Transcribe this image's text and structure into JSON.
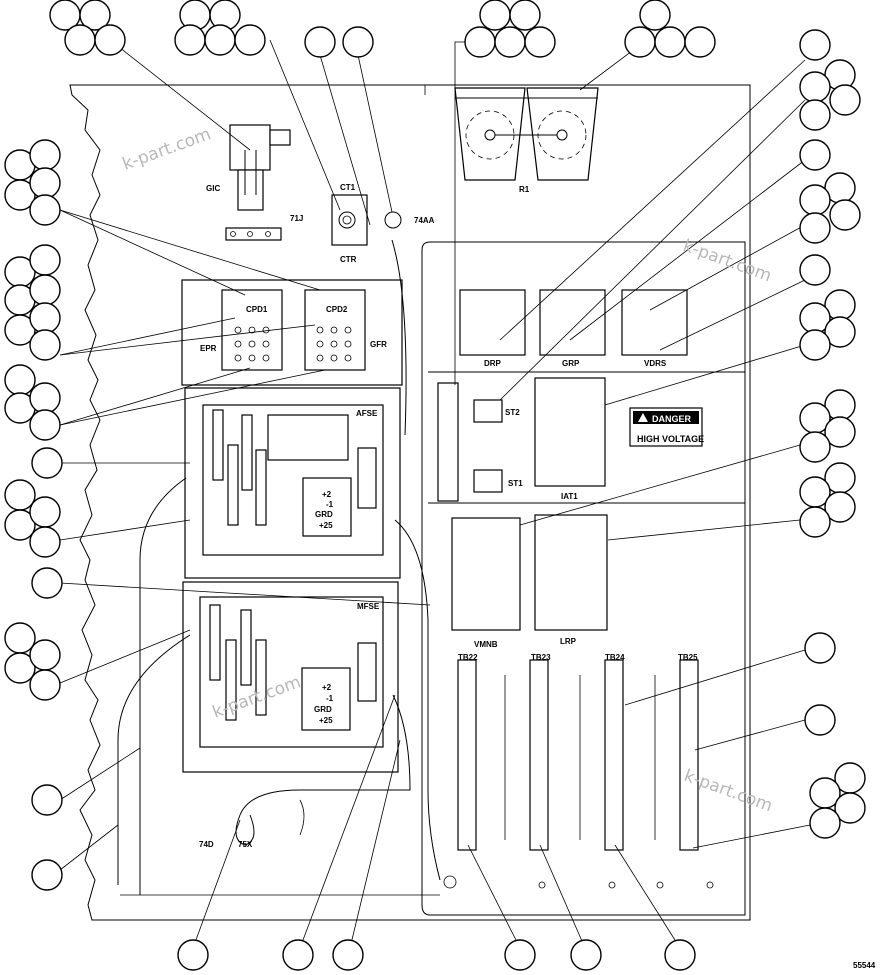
{
  "diagram": {
    "components": {
      "gic": "GIC",
      "k71j": "71J",
      "ct1": "CT1",
      "ctr": "CTR",
      "k74aa": "74AA",
      "r1": "R1",
      "cpd1": "CPD1",
      "cpd2": "CPD2",
      "epr": "EPR",
      "gfr": "GFR",
      "afse": "AFSE",
      "mfse": "MFSE",
      "drp": "DRP",
      "grp": "GRP",
      "vdrs": "VDRS",
      "st2": "ST2",
      "st1": "ST1",
      "iat1": "IAT1",
      "vmnb": "VMNB",
      "lrp": "LRP",
      "tb22": "TB22",
      "tb23": "TB23",
      "tb24": "TB24",
      "tb25": "TB25",
      "k74d": "74D",
      "k75x": "75X"
    },
    "module_terminals": [
      "+2",
      "-1",
      "GRD",
      "+25"
    ],
    "danger_sign": {
      "title": "DANGER",
      "subtitle": "HIGH VOLTAGE"
    },
    "figure_number": "55544",
    "watermark": "k-part.com"
  }
}
